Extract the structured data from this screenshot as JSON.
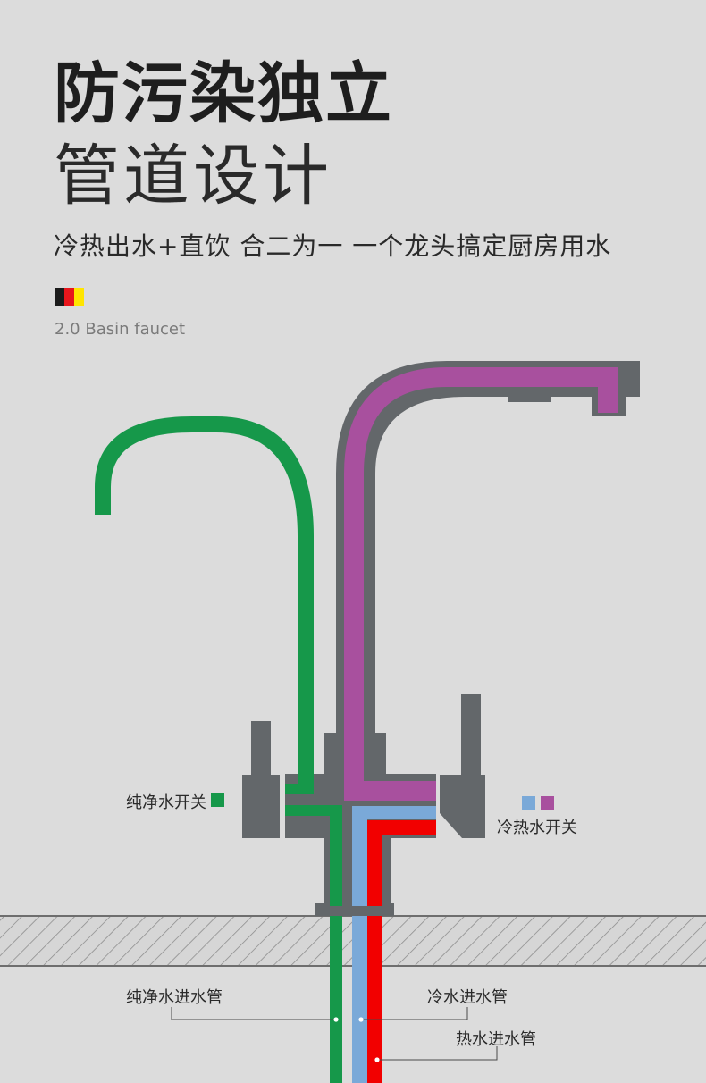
{
  "heading": {
    "line1": "防污染独立",
    "line2": "管道设计",
    "subtitle": "冷热出水+直饮 合二为一 一个龙头搞定厨房用水",
    "model": "2.0 Basin faucet"
  },
  "flag_colors": [
    "#1b1b1b",
    "#e8161c",
    "#ffe500"
  ],
  "colors": {
    "background": "#dcdcdc",
    "faucet_body": "#63676a",
    "pure_water": "#16984a",
    "mixed_water": "#a8509e",
    "cold_water": "#7aa9d8",
    "hot_water": "#f20000"
  },
  "labels": {
    "pure_switch": "纯净水开关",
    "mixed_switch": "冷热水开关",
    "pure_inlet": "纯净水进水管",
    "cold_inlet": "冷水进水管",
    "hot_inlet": "热水进水管"
  }
}
